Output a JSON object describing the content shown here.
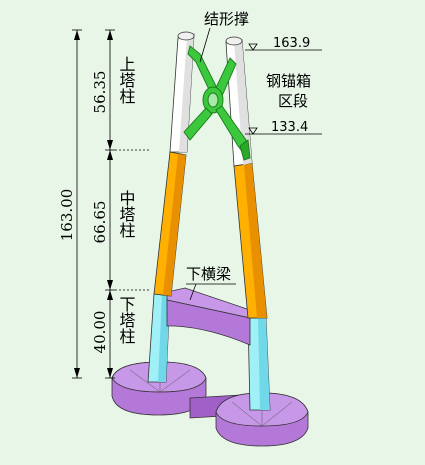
{
  "dimensions": {
    "total_height": "163.00",
    "upper_height": "56.35",
    "middle_height": "66.65",
    "lower_height": "40.00"
  },
  "segments": {
    "upper": "上塔柱",
    "middle": "中塔柱",
    "lower": "下塔柱"
  },
  "callouts": {
    "strut": "结形撑",
    "anchorage_line1": "钢锚箱",
    "anchorage_line2": "区段",
    "lower_beam": "下横梁"
  },
  "elevations": {
    "top": "163.9",
    "anchor_bottom": "133.4"
  },
  "colors": {
    "background": "#e8f6e8",
    "upper_pylon": "#ffffff",
    "strut": "#3cc83c",
    "middle_pylon": "#ffb000",
    "lower_pylon": "#a0f0f8",
    "lower_beam": "#b478d8",
    "foundation": "#b478d8"
  }
}
